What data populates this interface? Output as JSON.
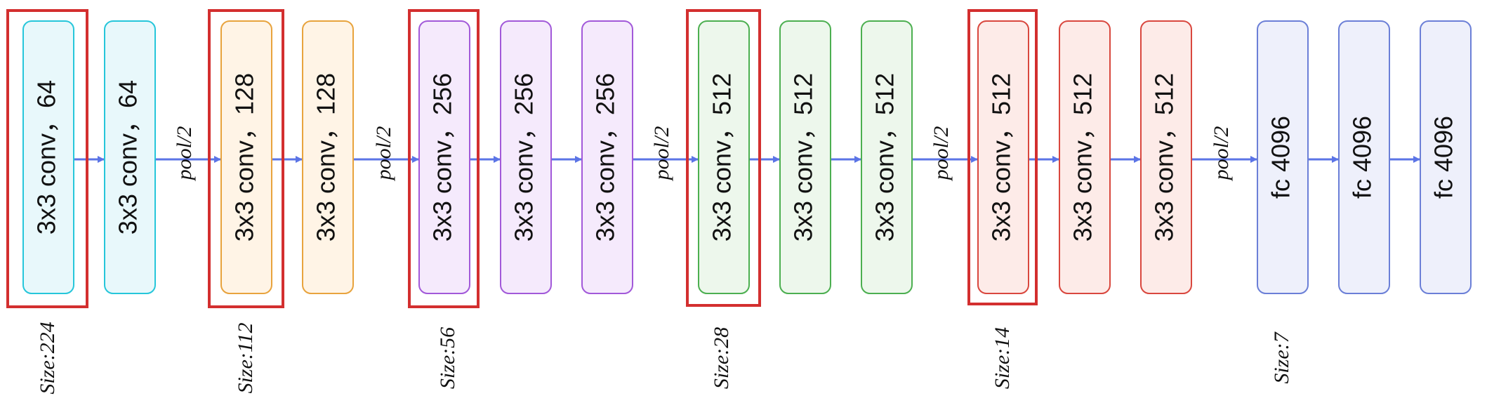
{
  "stages": [
    {
      "color": "#26c6da",
      "fill": "#e8f8fb",
      "size_label": "Size:224",
      "blocks": [
        "3x3 conv，64",
        "3x3 conv，64"
      ]
    },
    {
      "color": "#e8a33d",
      "fill": "#fff4e6",
      "size_label": "Size:112",
      "blocks": [
        "3x3 conv，128",
        "3x3 conv，128"
      ]
    },
    {
      "color": "#a259d9",
      "fill": "#f5eafc",
      "size_label": "Size:56",
      "blocks": [
        "3x3 conv，256",
        "3x3 conv，256",
        "3x3 conv，256"
      ]
    },
    {
      "color": "#4caf50",
      "fill": "#edf7ec",
      "size_label": "Size:28",
      "blocks": [
        "3x3 conv，512",
        "3x3 conv，512",
        "3x3 conv，512"
      ]
    },
    {
      "color": "#d9473e",
      "fill": "#fdebe8",
      "size_label": "Size:14",
      "blocks": [
        "3x3 conv，512",
        "3x3 conv，512",
        "3x3 conv，512"
      ]
    },
    {
      "color": "#6b7fd7",
      "fill": "#eef0fb",
      "size_label": "Size:7",
      "blocks": [
        "fc 4096",
        "fc 4096",
        "fc 4096"
      ]
    }
  ],
  "pool_label": "pool/2",
  "colors": {
    "arrow": "#5b74e6",
    "highlight": "#d32f2f"
  }
}
